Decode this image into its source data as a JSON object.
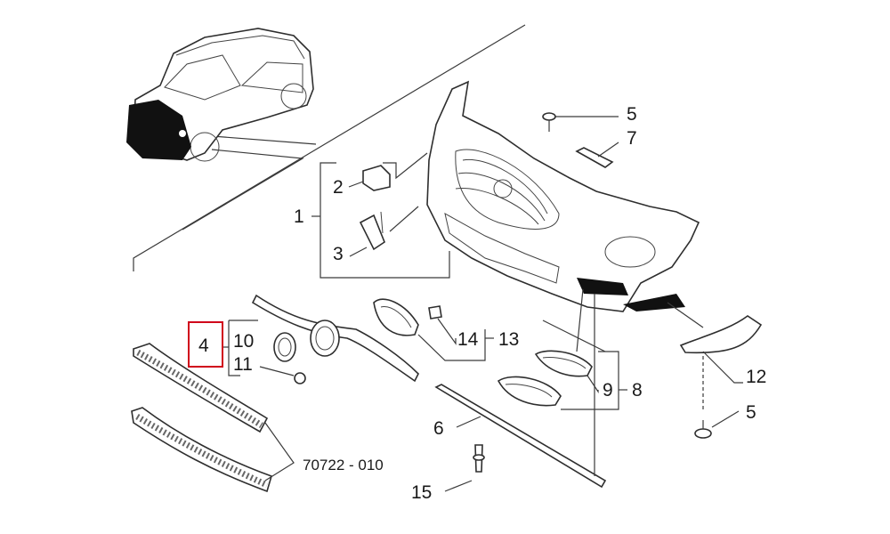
{
  "labels": {
    "p1": "1",
    "p2": "2",
    "p3": "3",
    "p4": "4",
    "p5a": "5",
    "p5b": "5",
    "p6": "6",
    "p7": "7",
    "p8": "8",
    "p9": "9",
    "p10": "10",
    "p11": "11",
    "p12": "12",
    "p13": "13",
    "p14": "14",
    "p15": "15"
  },
  "drawing_code": "70722 - 010",
  "colors": {
    "highlight": "#d0021b",
    "line": "#3a3a3a",
    "black_part": "#111111"
  }
}
